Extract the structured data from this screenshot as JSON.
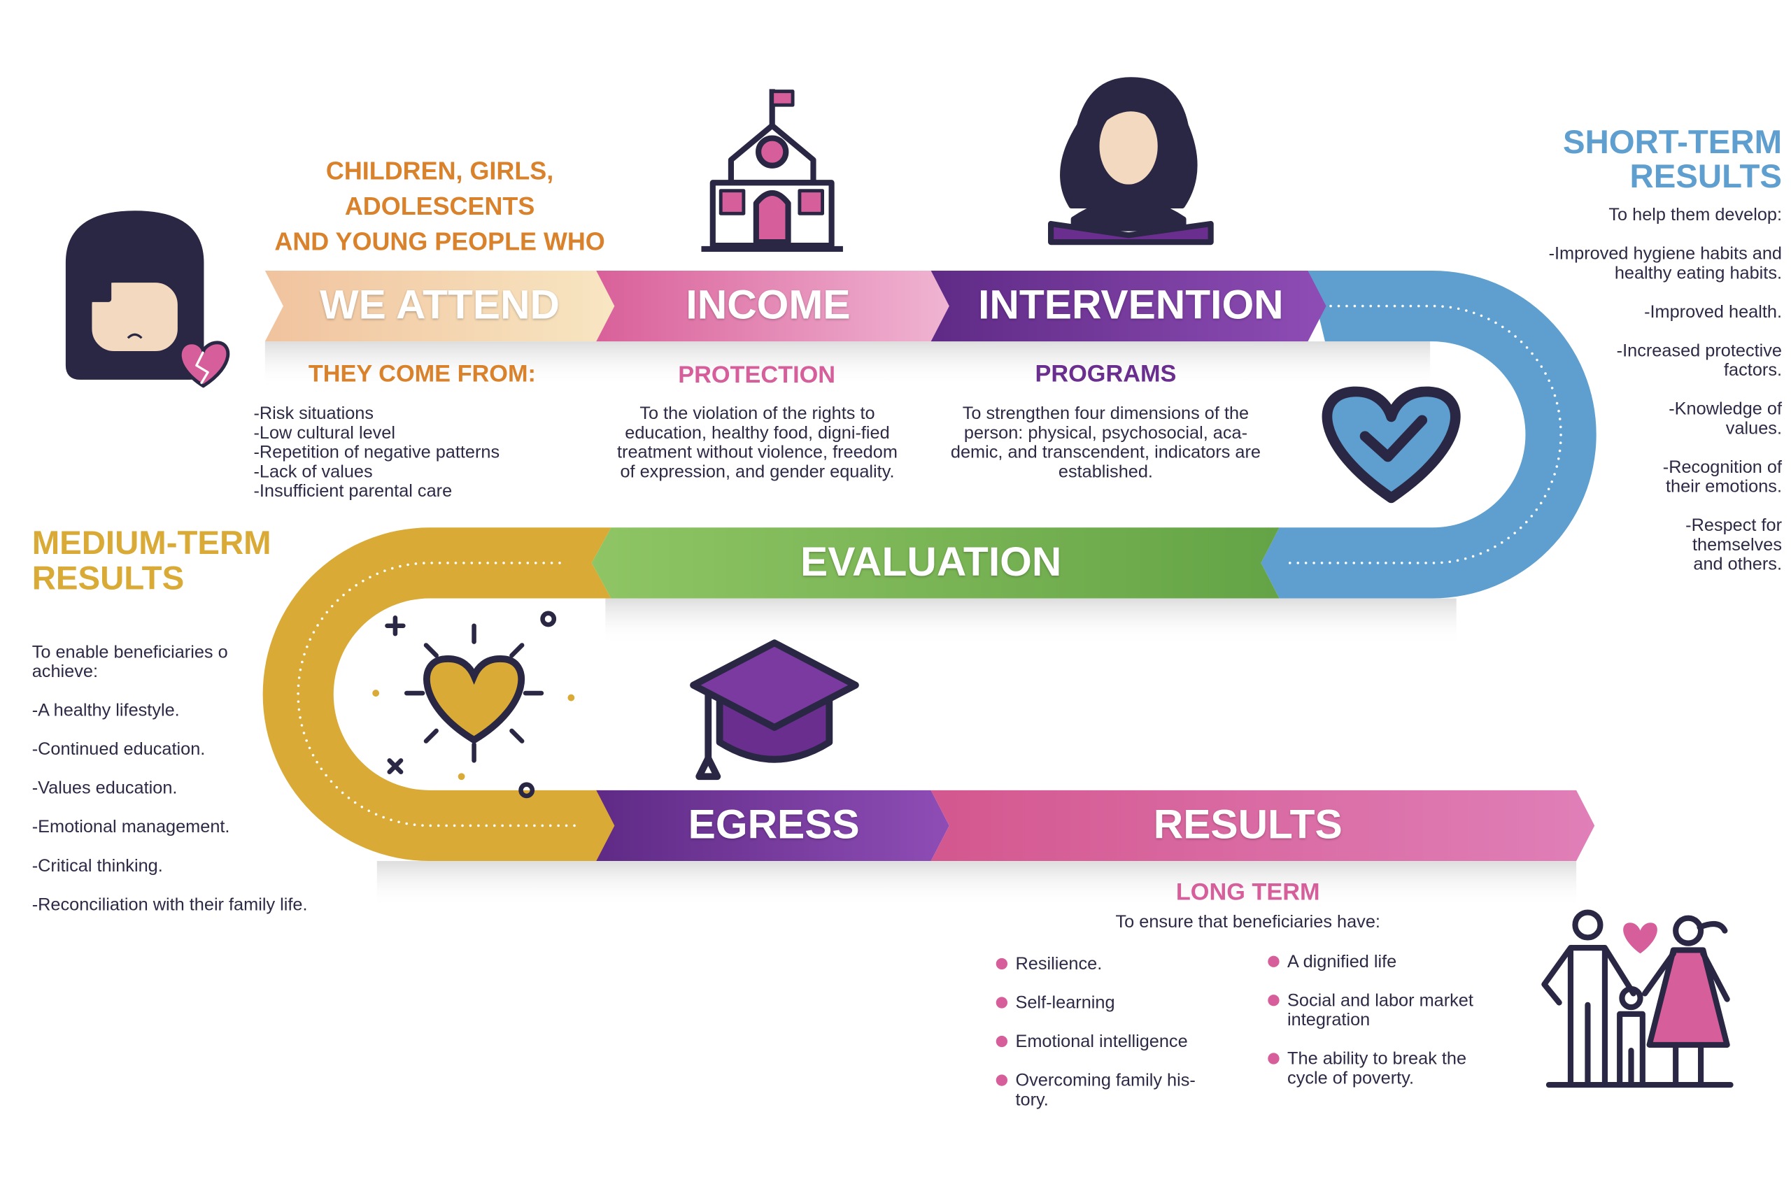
{
  "colors": {
    "peach": "#f2c9a6",
    "pink": "#d9609a",
    "purple": "#6a2e8e",
    "blue": "#5e9fd0",
    "green": "#7ab855",
    "yellow": "#d9aa36",
    "orange": "#d9822b",
    "text": "#2c2a45"
  },
  "intro": {
    "line1": "CHILDREN, GIRLS,",
    "line2": "ADOLESCENTS",
    "line3": "AND YOUNG PEOPLE WHO"
  },
  "bands": {
    "we_attend": "WE ATTEND",
    "income": "INCOME",
    "intervention": "INTERVENTION",
    "evaluation": "EVALUATION",
    "egress": "EGRESS",
    "results": "RESULTS"
  },
  "they_come_from": {
    "title": "THEY COME FROM:",
    "items": [
      "-Risk situations",
      "-Low cultural level",
      "-Repetition of negative patterns",
      "-Lack of values",
      "-Insufficient parental care"
    ]
  },
  "protection": {
    "title": "PROTECTION",
    "text": "To the violation of the rights to education, healthy food, digni-fied treatment without violence, freedom of expression, and gender equality."
  },
  "programs": {
    "title": "PROGRAMS",
    "text": "To strengthen four dimensions of the person: physical, psychosocial, aca-demic, and transcendent, indicators are established."
  },
  "short_term": {
    "title1": "SHORT-TERM",
    "title2": "RESULTS",
    "intro": "To help them develop:",
    "items": [
      "-Improved hygiene habits and healthy eating habits.",
      "-Improved health.",
      "-Increased protective factors.",
      "-Knowledge of values.",
      "-Recognition of their emotions.",
      "-Respect for themselves and others."
    ]
  },
  "medium_term": {
    "title1": "MEDIUM-TERM",
    "title2": "RESULTS",
    "intro": "To enable beneficiaries o achieve:",
    "items": [
      "-A healthy lifestyle.",
      "-Continued education.",
      "-Values education.",
      "-Emotional management.",
      "-Critical thinking.",
      "-Reconciliation with their family life."
    ]
  },
  "long_term": {
    "title": "LONG TERM",
    "intro": "To ensure that beneficiaries have:",
    "col1": [
      "Resilience.",
      "Self-learning",
      "Emotional intelligence",
      "Overcoming family his-tory."
    ],
    "col2": [
      "A dignified life",
      "Social and labor market integration",
      "The ability to break the cycle of poverty."
    ]
  }
}
